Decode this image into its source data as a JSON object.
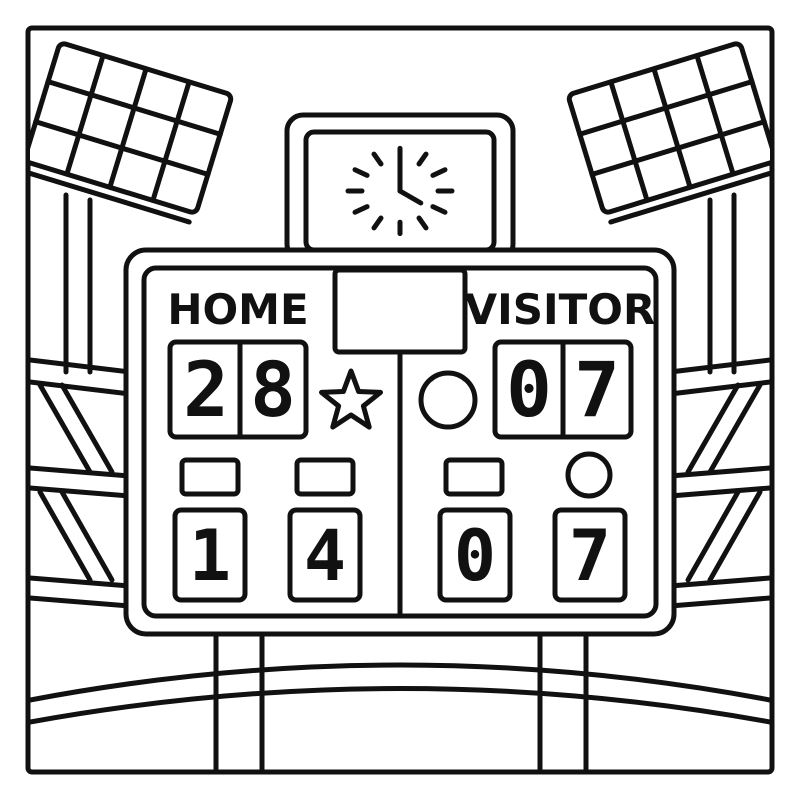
{
  "scoreboard": {
    "home": {
      "label": "HOME",
      "score_tens": "2",
      "score_ones": "8",
      "stat_1": "1",
      "stat_2": "4"
    },
    "visitor": {
      "label": "VISITOR",
      "score_tens": "0",
      "score_ones": "7",
      "stat_1": "0",
      "stat_2": "7"
    },
    "clock": {
      "hour": 4,
      "minute": 0
    }
  },
  "colors": {
    "ink": "#111111",
    "paper": "#ffffff"
  },
  "icons": [
    "floodlight-icon",
    "clock-icon",
    "star-icon",
    "circle-indicator-icon"
  ]
}
